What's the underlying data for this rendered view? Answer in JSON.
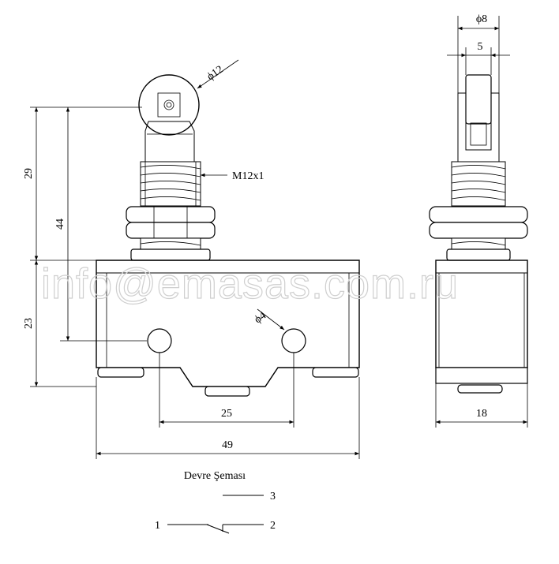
{
  "dimensions": {
    "roller_diameter": "ϕ12",
    "thread": "M12x1",
    "height_upper": "29",
    "height_total": "44",
    "body_height": "23",
    "hole_diameter": "ϕ4",
    "hole_spacing": "25",
    "body_width": "49",
    "side_roller_diameter": "ϕ8",
    "side_roller_width": "5",
    "side_body_width": "18"
  },
  "schema": {
    "title": "Devre Şeması",
    "terminal_1": "1",
    "terminal_2": "2",
    "terminal_3": "3"
  },
  "watermark": "info@emasas.com.ru"
}
